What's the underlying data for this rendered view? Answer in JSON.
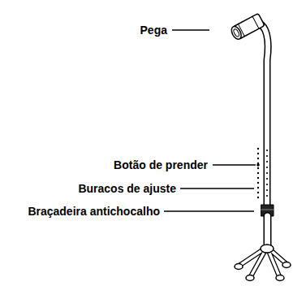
{
  "diagram": {
    "labels": [
      "Pega",
      "Botão de prender",
      "Buracos de ajuste",
      "Braçadeira antichocalho"
    ]
  }
}
